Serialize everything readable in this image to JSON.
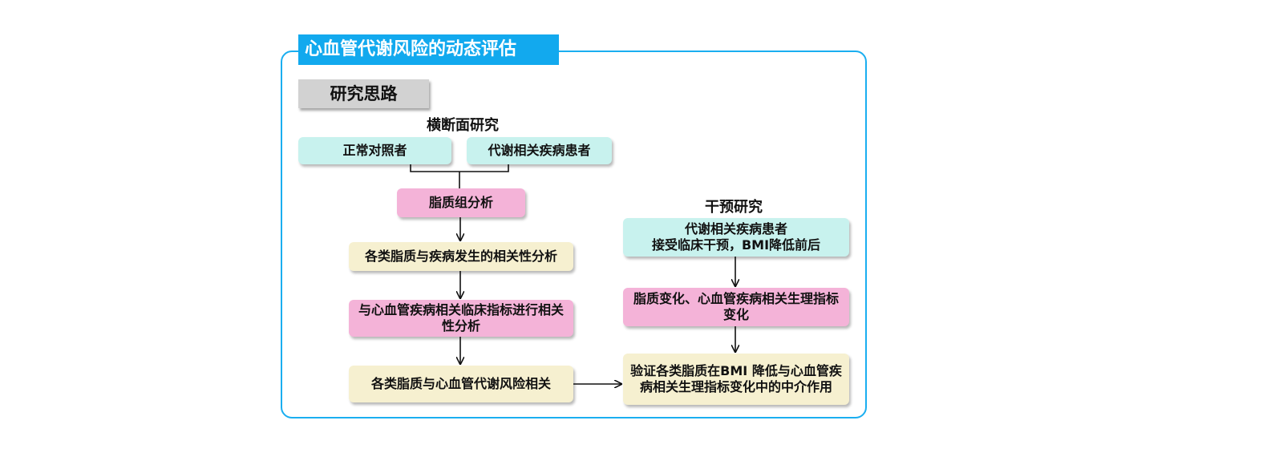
{
  "title": "心血管代谢风险的动态评估",
  "section_label": "研究思路",
  "cross_sectional": {
    "heading": "横断面研究",
    "control_group": "正常对照者",
    "patient_group": "代谢相关疾病患者",
    "lipidomics": "脂质组分析",
    "disease_correlation": "各类脂质与疾病发生的相关性分析",
    "clinical_correlation": "与心血管疾病相关临床指标进行相关性分析",
    "risk_association": "各类脂质与心血管代谢风险相关"
  },
  "intervention": {
    "heading": "干预研究",
    "patients_line1": "代谢相关疾病患者",
    "patients_line2": "接受临床干预，BMI降低前后",
    "changes": "脂质变化、心血管疾病相关生理指标变化",
    "verification": "验证各类脂质在BMI 降低与心血管疾病相关生理指标变化中的中介作用"
  },
  "colors": {
    "accent": "#12a9ee",
    "frame_border": "#1aaef0",
    "cyan_box": "#c8f2ee",
    "pink_box": "#f4b3d8",
    "cream_box": "#f6f0d0",
    "section_tag": "#d2d2d2"
  }
}
